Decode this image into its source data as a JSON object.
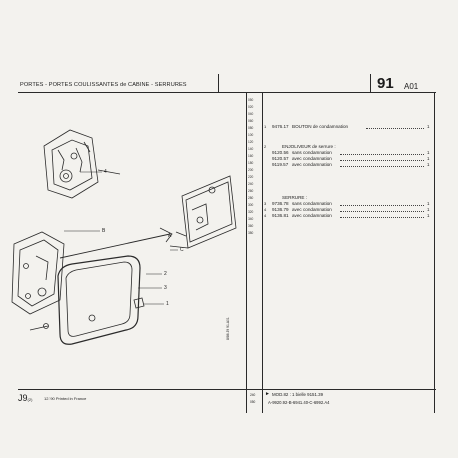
{
  "header": {
    "title": "PORTES - PORTES COULISSANTES de CABINE - SERRURES",
    "page_number": "91",
    "page_code": "A01"
  },
  "index_numbers": [
    "050",
    "020",
    "040",
    "060",
    "080",
    "100",
    "120",
    "140",
    "160",
    "180",
    "200",
    "220",
    "240",
    "260",
    "280",
    "300",
    "320",
    "340",
    "360",
    "380"
  ],
  "parts": [
    {
      "mark": "1",
      "ref": "9476.17",
      "desc": "BOUTON de condamnation",
      "qty": "1"
    },
    {
      "mark": "2",
      "ref": "",
      "desc": "ENJOLIVEUR de serrure :",
      "qty": ""
    },
    {
      "mark": "",
      "ref": "9120.56",
      "desc": "sans condamnation",
      "qty": "1"
    },
    {
      "mark": "",
      "ref": "9120.57",
      "desc": "avec condamnation",
      "qty": "1"
    },
    {
      "mark": "",
      "ref": "9119.57",
      "desc": "avec condamnation",
      "qty": "1"
    },
    {
      "mark": "",
      "ref": "",
      "desc": "SERRURE :",
      "qty": ""
    },
    {
      "mark": "3",
      "ref": "9736.78",
      "desc": "sans condamnation",
      "qty": "1"
    },
    {
      "mark": "4",
      "ref": "9136.79",
      "desc": "avec condamnation",
      "qty": "1"
    },
    {
      "mark": "4",
      "ref": "9136.81",
      "desc": "avec condamnation",
      "qty": "1"
    }
  ],
  "callouts": [
    "4",
    "B",
    "C",
    "A",
    "2",
    "3",
    "1"
  ],
  "vertical_code": "8/86 J9 91.A01",
  "footer": {
    "code": "J9",
    "sub": "(2)",
    "date": "12.'90 Printed in France",
    "idx1": "240",
    "idx2": "050",
    "note1": "MOD.82 : 1 bielle 9151.39",
    "note2": "A-9920.92-B-6941.40-C-6992.A4"
  }
}
